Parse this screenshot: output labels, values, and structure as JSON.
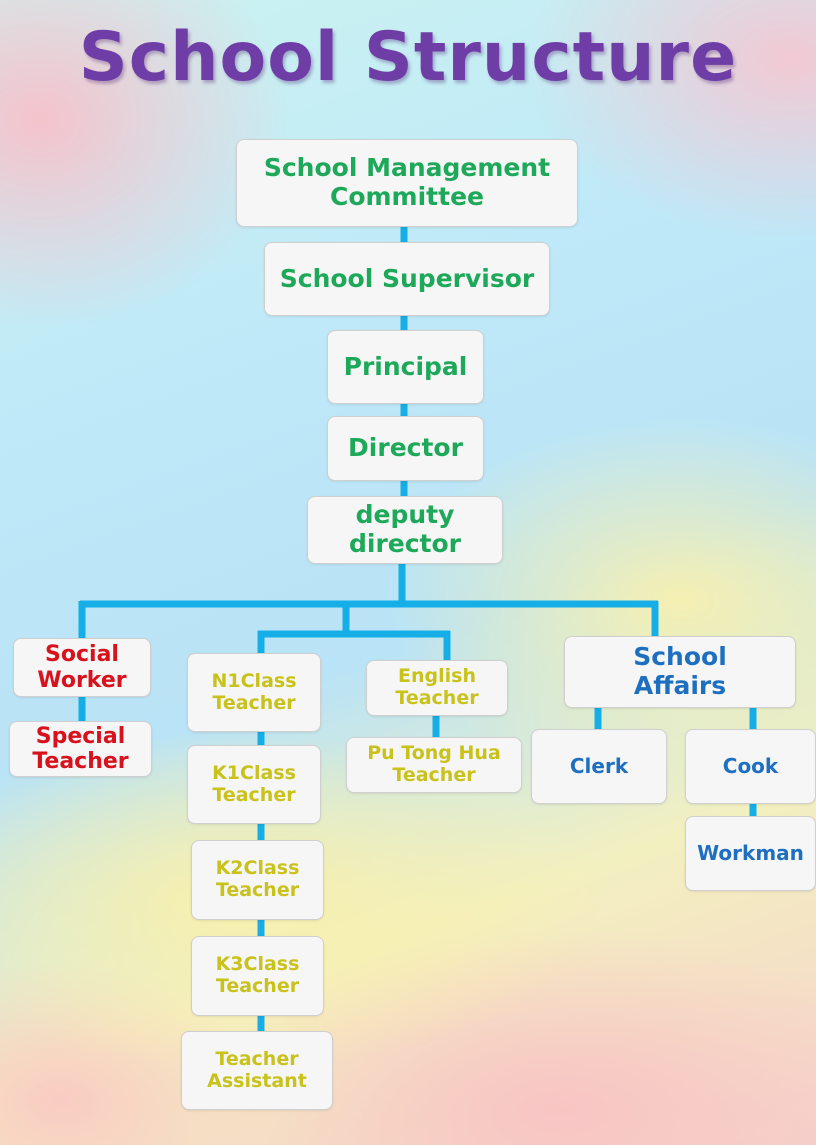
{
  "title": "School Structure",
  "colors": {
    "title": "#6e3ea6",
    "connector": "#16aee6",
    "management_text": "#1ea85a",
    "social_text": "#d8121c",
    "teacher_text": "#c8c21a",
    "affairs_text": "#1f6fc0",
    "box_fill": "#f6f6f6"
  },
  "nodes": {
    "committee": "School Management Committee",
    "supervisor": "School Supervisor",
    "principal": "Principal",
    "director": "Director",
    "deputy": "deputy director",
    "social_worker": "Social Worker",
    "special_teacher": "Special Teacher",
    "n1": "N1Class Teacher",
    "k1": "K1Class Teacher",
    "k2": "K2Class Teacher",
    "k3": "K3Class Teacher",
    "assistant": "Teacher Assistant",
    "english": "English Teacher",
    "putonghua": "Pu Tong Hua Teacher",
    "school_affairs": "School Affairs",
    "clerk": "Clerk",
    "cook": "Cook",
    "workman": "Workman"
  }
}
